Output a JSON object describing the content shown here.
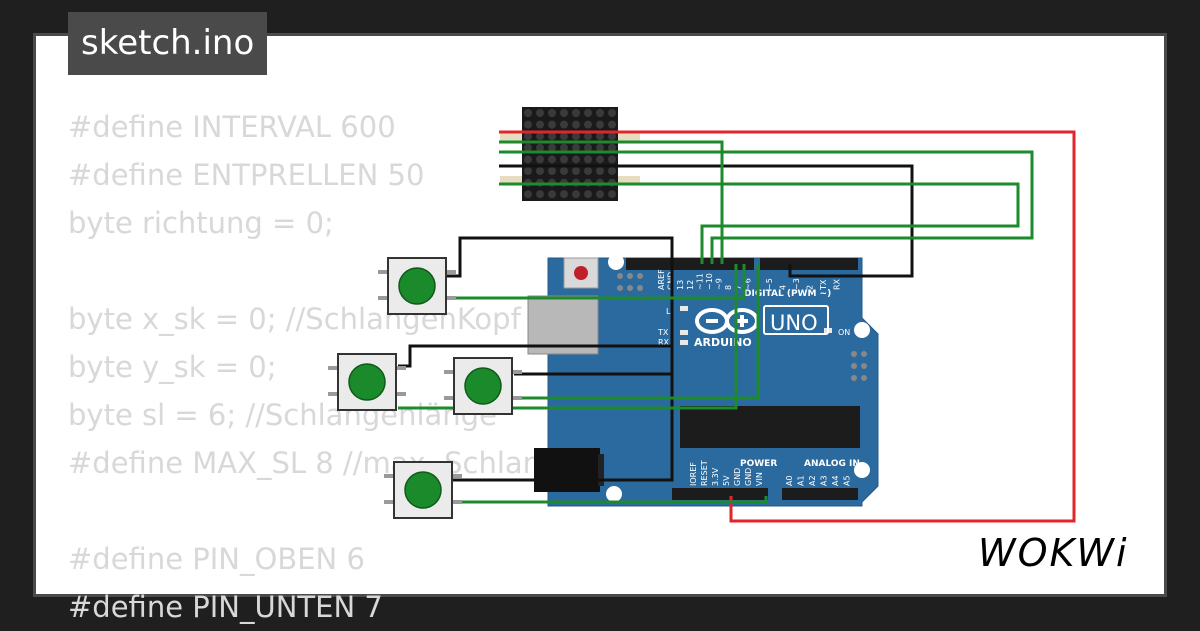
{
  "colors": {
    "background": "#1f1f1f",
    "panel": "#ffffff",
    "tag_bg": "#4a4a4a",
    "code_text": "#d8d8d8",
    "board": "#2b6a9e",
    "wire_red": "#e0262b",
    "wire_green": "#1d8a2d",
    "wire_black": "#111111",
    "button_cap": "#1b8a2b"
  },
  "file_tab": {
    "label": "sketch.ino"
  },
  "code_lines": [
    "#define INTERVAL 600",
    "#define ENTPRELLEN 50",
    "byte richtung = 0;",
    "",
    "byte x_sk = 0; //SchlangenKopf",
    "byte y_sk = 0;",
    "byte sl = 6; //Schlangenlänge",
    "#define MAX_SL 8 //max. Schlan",
    "",
    "#define PIN_OBEN 6",
    "#define PIN_UNTEN 7"
  ],
  "board": {
    "model": "UNO",
    "brand": "ARDUINO",
    "labels": {
      "digital": "DIGITAL (PWM ~)",
      "power": "POWER",
      "analog": "ANALOG IN",
      "on": "ON",
      "l": "L",
      "tx": "TX",
      "rx": "RX"
    },
    "top_pins": [
      "AREF",
      "GND",
      "13",
      "12",
      "~11",
      "~10",
      "~9",
      "8",
      "7",
      "~6",
      "~5",
      "4",
      "~3",
      "2",
      "TX",
      "RX"
    ],
    "power_pins": [
      "IOREF",
      "RESET",
      "3.3V",
      "5V",
      "GND",
      "GND",
      "VIN"
    ],
    "analog_pins": [
      "A0",
      "A1",
      "A2",
      "A3",
      "A4",
      "A5"
    ]
  },
  "components": {
    "led_matrix": {
      "rows": 8,
      "cols": 8
    },
    "buttons": [
      "button-1",
      "button-2",
      "button-3",
      "button-4"
    ]
  },
  "brand_logo": {
    "text": "WOKWi"
  }
}
